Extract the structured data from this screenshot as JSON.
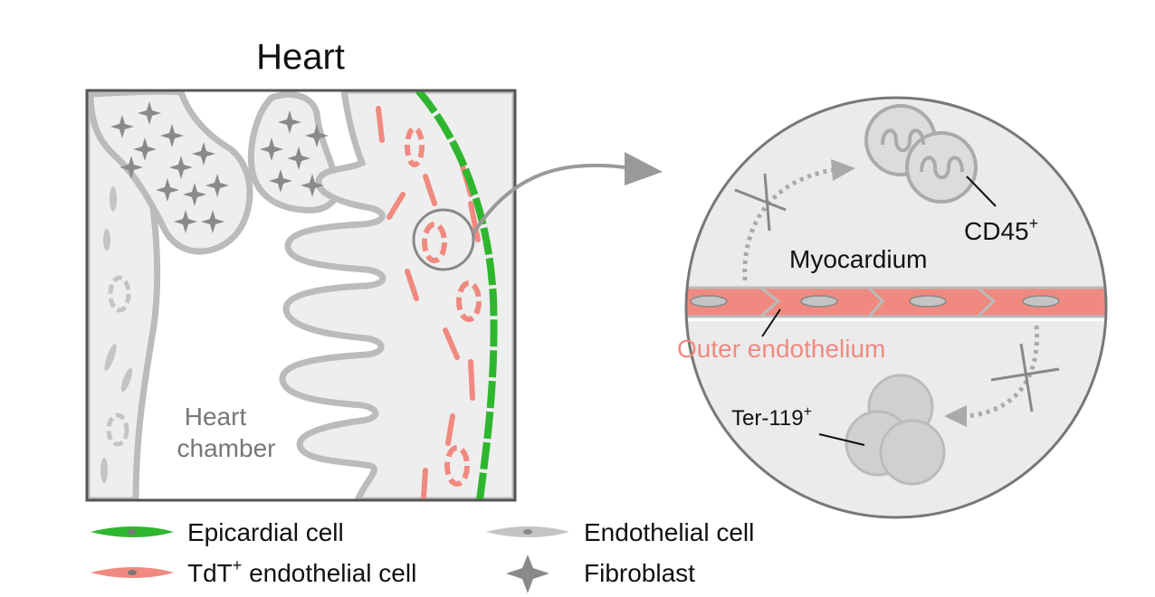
{
  "diagram": {
    "title": "Heart",
    "chamber_label_line1": "Heart",
    "chamber_label_line2": "chamber",
    "zoom": {
      "myocardium_label": "Myocardium",
      "outer_endothelium_label": "Outer endothelium",
      "cd45_label": "CD45",
      "cd45_sup": "+",
      "ter119_label": "Ter-119",
      "ter119_sup": "+"
    }
  },
  "legend": {
    "epicardial": "Epicardial cell",
    "tdt_pre": "TdT",
    "tdt_sup": "+",
    "tdt_post": " endothelial cell",
    "endothelial": "Endothelial cell",
    "fibroblast": "Fibroblast"
  },
  "colors": {
    "epicardial_green": "#2fb62f",
    "tdt_salmon": "#f08a80",
    "endothelial_gray": "#c4c4c4",
    "tissue_fill": "#eeeeee",
    "outline_gray": "#555555",
    "fibroblast_gray": "#8a8a8a"
  }
}
